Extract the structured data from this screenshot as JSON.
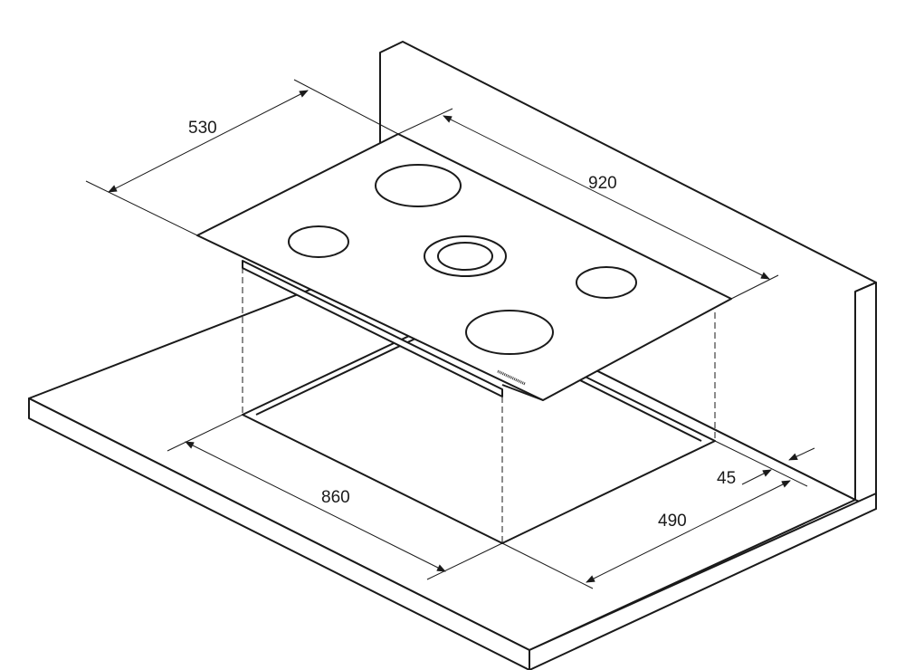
{
  "dimensions": {
    "hob_depth": "530",
    "hob_width": "920",
    "cutout_width": "860",
    "cutout_depth": "490",
    "wall_clearance": "45"
  },
  "colors": {
    "line": "#1a1a1a",
    "background": "#ffffff"
  }
}
